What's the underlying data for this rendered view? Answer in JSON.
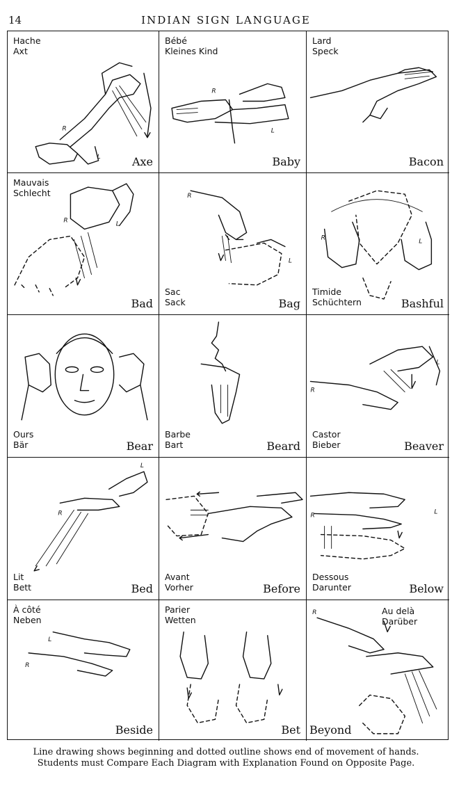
{
  "header": {
    "page_number": "14",
    "title": "INDIAN SIGN LANGUAGE"
  },
  "cells": [
    {
      "english": "Axe",
      "foreign": "Hache\nAxt",
      "foreign_pos": "top"
    },
    {
      "english": "Baby",
      "foreign": "Bébé\nKleines Kind",
      "foreign_pos": "top"
    },
    {
      "english": "Bacon",
      "foreign": "Lard\nSpeck",
      "foreign_pos": "top"
    },
    {
      "english": "Bad",
      "foreign": "Mauvais\nSchlecht",
      "foreign_pos": "top"
    },
    {
      "english": "Bag",
      "foreign": "Sac\nSack",
      "foreign_pos": "bottom"
    },
    {
      "english": "Bashful",
      "foreign": "Timide\nSchüchtern",
      "foreign_pos": "bottom"
    },
    {
      "english": "Bear",
      "foreign": "Ours\nBär",
      "foreign_pos": "bottom"
    },
    {
      "english": "Beard",
      "foreign": "Barbe\nBart",
      "foreign_pos": "bottom"
    },
    {
      "english": "Beaver",
      "foreign": "Castor\nBieber",
      "foreign_pos": "bottom"
    },
    {
      "english": "Bed",
      "foreign": "Lit\nBett",
      "foreign_pos": "bottom"
    },
    {
      "english": "Before",
      "foreign": "Avant\nVorher",
      "foreign_pos": "bottom"
    },
    {
      "english": "Below",
      "foreign": "Dessous\nDarunter",
      "foreign_pos": "bottom"
    },
    {
      "english": "Beside",
      "foreign": "À côté\nNeben",
      "foreign_pos": "top"
    },
    {
      "english": "Bet",
      "foreign": "Parier\nWetten",
      "foreign_pos": "top"
    },
    {
      "english": "Beyond",
      "foreign": "Au delà\nDarüber",
      "foreign_pos": "top-right"
    }
  ],
  "footer": {
    "line1": "Line drawing shows beginning and dotted outline shows end of movement of hands.",
    "line2": "Students must Compare Each Diagram with Explanation Found on Opposite Page."
  }
}
